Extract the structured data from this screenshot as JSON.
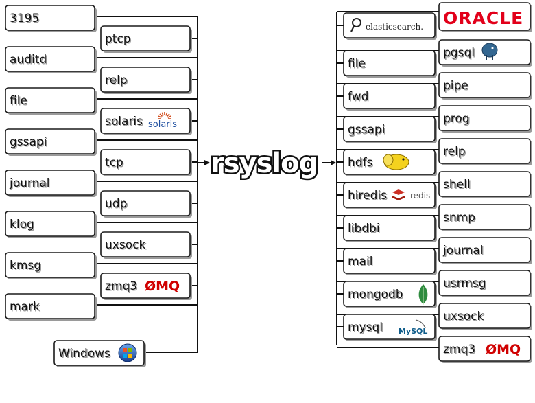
{
  "center_label": "rsyslog",
  "inputs_col1": [
    "3195",
    "auditd",
    "file",
    "gssapi",
    "journal",
    "klog",
    "kmsg",
    "mark"
  ],
  "inputs_col2": [
    "ptcp",
    "relp",
    "solaris",
    "tcp",
    "udp",
    "uxsock",
    "zmq3"
  ],
  "inputs_extra": "Windows",
  "outputs_col1": [
    "file",
    "fwd",
    "gssapi",
    "hdfs",
    "hiredis",
    "libdbi",
    "mail",
    "mongodb",
    "mysql"
  ],
  "outputs_col2": [
    "pgsql",
    "pipe",
    "prog",
    "relp",
    "shell",
    "snmp",
    "journal",
    "usrmsg",
    "uxsock",
    "zmq3"
  ],
  "logos": {
    "solaris": "solaris",
    "zmq": "ØMQ",
    "elasticsearch": "elasticsearch.",
    "oracle": "ORACLE",
    "redis": "redis",
    "mysql": "MySQL"
  },
  "colors": {
    "oracle": "#e2001a",
    "zmq": "#d00000",
    "redis": "#cc2f24",
    "solaris": "#1f4fa0",
    "mysql": "#0e5c8a",
    "mongodb": "#2e8b3e",
    "hdfs": "#f4d21f",
    "pgsql": "#336791",
    "windows_blue": "#1e5bb8"
  },
  "icons": [
    "elasticsearch-icon",
    "postgresql-elephant-icon",
    "hadoop-elephant-icon",
    "redis-icon",
    "mongodb-leaf-icon",
    "mysql-dolphin-icon",
    "windows-logo-icon",
    "solaris-sun-icon"
  ]
}
